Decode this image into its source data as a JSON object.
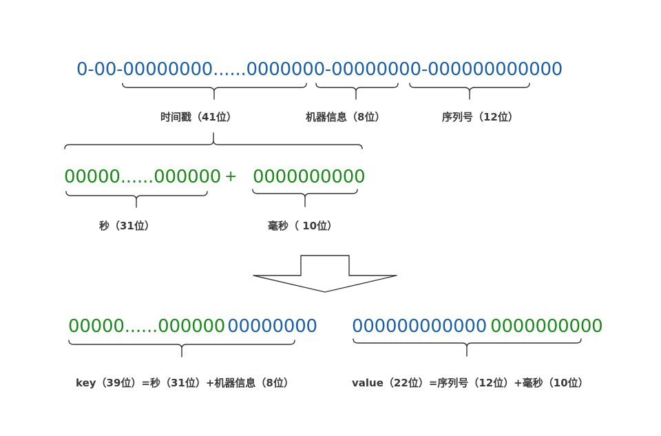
{
  "colors": {
    "blue": "#1a5fa8",
    "green": "#1a8a1a",
    "brace": "#333333",
    "label": "#3a3a3a"
  },
  "top_id": {
    "sign_and_dash": "0-00-",
    "timestamp": "00000000......0000000",
    "sep1": "-",
    "machine": "00000000",
    "sep2": "-",
    "sequence": "000000000000"
  },
  "top_labels": {
    "timestamp": "时间戳（41位）",
    "machine": "机器信息（8位）",
    "sequence": "序列号（12位）"
  },
  "split": {
    "seconds_bits": "00000......000000",
    "plus": "+",
    "millis_bits": "0000000000",
    "seconds_label": "秒（31位）",
    "millis_label": "毫秒（ 10位）"
  },
  "result": {
    "key_seconds": "00000......000000",
    "key_machine": "00000000",
    "value_sequence": "000000000000",
    "value_millis": "0000000000",
    "key_label": "key（39位）=秒（31位）+机器信息（8位）",
    "value_label": "value（22位）=序列号（12位）+毫秒（10位）"
  },
  "icons": {
    "arrow": "down-arrow-icon"
  }
}
